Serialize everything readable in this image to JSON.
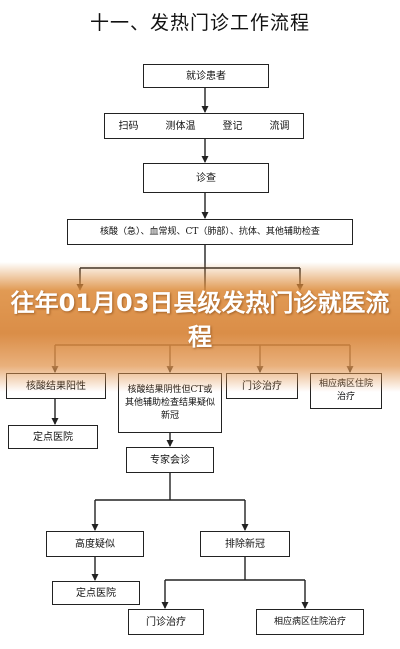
{
  "title": "十一、发热门诊工作流程",
  "nodes": {
    "patient": "就诊患者",
    "intake_items": [
      "扫码",
      "测体温",
      "登记",
      "流调"
    ],
    "exam": "诊查",
    "tests": "核酸（急）、血常规、CT（肺部）、抗体、其他辅助检查",
    "positive": "核酸结果阳性",
    "negative_suspected": "核酸结果阴性但CT或其他辅助检查结果疑似新冠",
    "clinic_treatment": "门诊治疗",
    "dept_treatment": "相应病区住院治疗",
    "designated_hospital_1": "定点医院",
    "expert_consult": "专家会诊",
    "highly_suspected": "高度疑似",
    "excluded": "排除新冠",
    "designated_hospital_2": "定点医院",
    "clinic_treatment_2": "门诊治疗",
    "dept_inpatient": "相应病区住院治疗"
  },
  "banner": {
    "text": "往年01月03日县级发热门诊就医流程"
  }
}
